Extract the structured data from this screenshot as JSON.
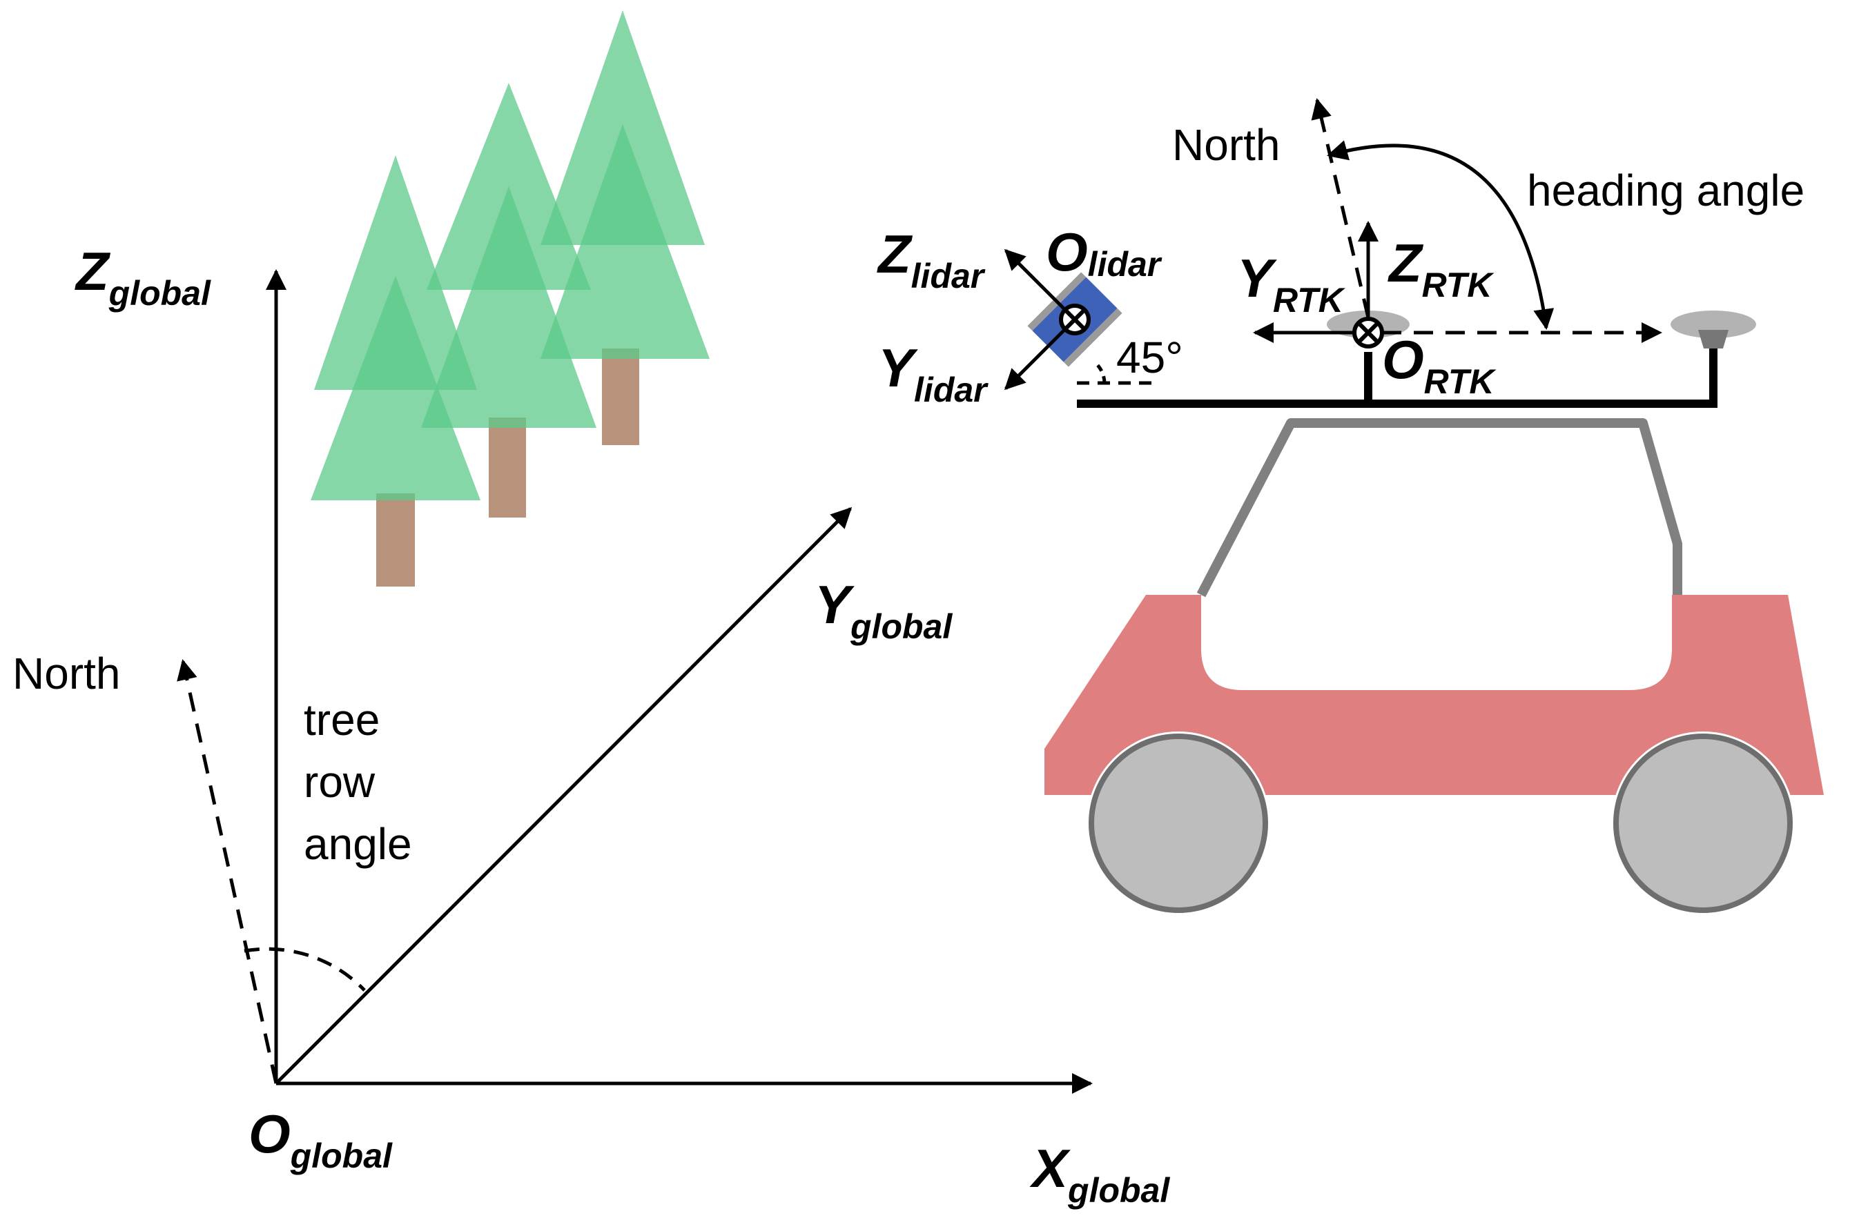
{
  "labels": {
    "z_global": {
      "main": "Z",
      "sub": "global"
    },
    "y_global": {
      "main": "Y",
      "sub": "global"
    },
    "x_global": {
      "main": "X",
      "sub": "global"
    },
    "o_global": {
      "main": "O",
      "sub": "global"
    },
    "z_lidar": {
      "main": "Z",
      "sub": "lidar"
    },
    "o_lidar": {
      "main": "O",
      "sub": "lidar"
    },
    "y_lidar": {
      "main": "Y",
      "sub": "lidar"
    },
    "y_rtk": {
      "main": "Y",
      "sub": "RTK"
    },
    "z_rtk": {
      "main": "Z",
      "sub": "RTK"
    },
    "o_rtk": {
      "main": "O",
      "sub": "RTK"
    },
    "north_left": "North",
    "north_right": "North",
    "heading_angle": "heading angle",
    "tree_row_angle": [
      "tree",
      "row",
      "angle"
    ],
    "lidar_tilt": "45°"
  },
  "colors": {
    "tree_canopy": "#5cc98a",
    "tree_trunk": "#b8927b",
    "car_body": "#df7f7f",
    "wheel": "#bdbdbd",
    "frame": "#808080",
    "lidar": "#3e62b8"
  }
}
